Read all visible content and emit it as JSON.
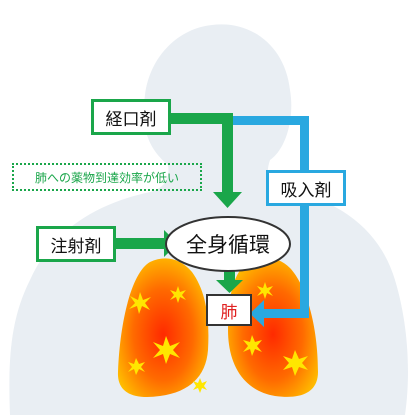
{
  "labels": {
    "oral": "経口剤",
    "injection": "注射剤",
    "inhaled": "吸入剤",
    "systemic_circulation": "全身循環",
    "lung": "肺",
    "low_delivery_note": "肺への薬物到達効率が低い"
  },
  "colors": {
    "oral_route": "#1aa64a",
    "inhaled_route": "#29a8e0",
    "lung_target_text": "#e02020",
    "silhouette": "#e9eef3"
  }
}
